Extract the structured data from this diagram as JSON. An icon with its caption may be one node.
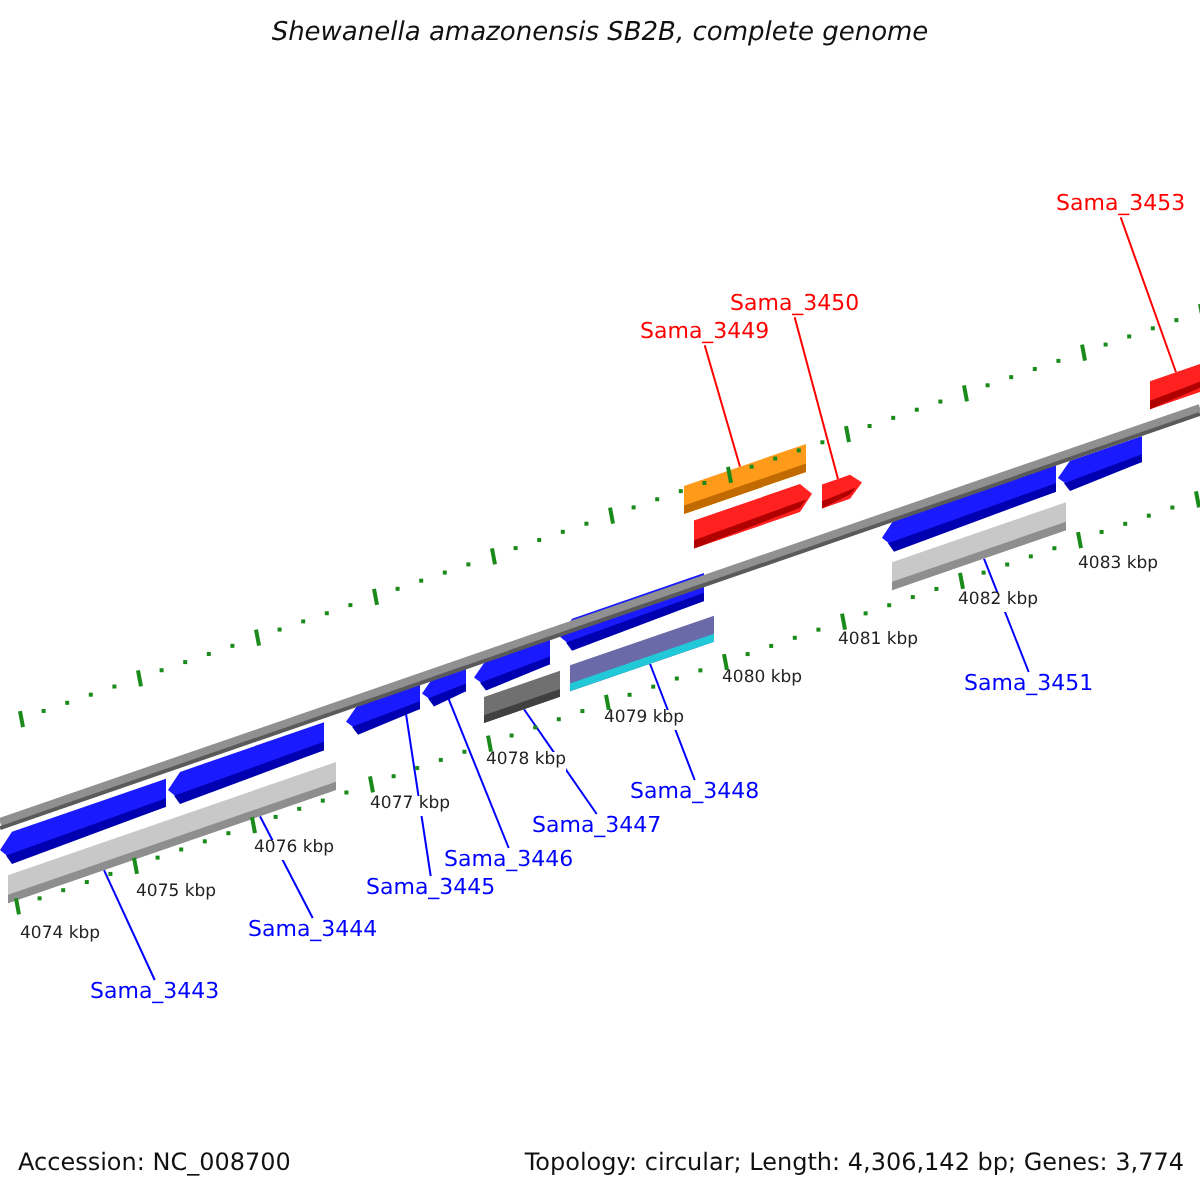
{
  "diagram": {
    "title": "Shewanella amazonensis SB2B, complete genome",
    "nodes": [
      {
        "text": [
          "Sama_3443"
        ]
      },
      {
        "text": [
          "Sama_3444"
        ]
      },
      {
        "text": [
          "Sama_3445"
        ]
      },
      {
        "text": [
          "Sama_3446"
        ]
      },
      {
        "text": [
          "Sama_3447"
        ]
      },
      {
        "text": [
          "Sama_3448"
        ]
      },
      {
        "text": [
          "Sama_3449"
        ]
      },
      {
        "text": [
          "Sama_3450"
        ]
      },
      {
        "text": [
          "Sama_3451"
        ]
      },
      {
        "text": [
          "Sama_3453"
        ]
      },
      {
        "text": [],
        "shape": "pentagon"
      },
      {
        "text": [],
        "shape": "bar"
      },
      {
        "text": [],
        "shape": "pentagon"
      },
      {
        "text": [],
        "shape": "bar"
      },
      {
        "text": [],
        "shape": "pentagon"
      },
      {
        "text": [],
        "shape": "pentagon"
      },
      {
        "text": [],
        "shape": "pentagon"
      },
      {
        "text": [],
        "shape": "bar"
      },
      {
        "text": [],
        "shape": "pentagon"
      },
      {
        "text": [],
        "shape": "bar"
      },
      {
        "text": [],
        "shape": "bar"
      },
      {
        "text": [],
        "shape": "pentagon"
      },
      {
        "text": [],
        "shape": "pentagon"
      },
      {
        "text": [],
        "shape": "pentagon"
      },
      {
        "text": [],
        "shape": "bar"
      },
      {
        "text": [],
        "shape": "pentagon"
      },
      {
        "text": [],
        "shape": "pentagon"
      }
    ],
    "edges": [
      {
        "from": 0,
        "to": 11,
        "arrow": "none"
      },
      {
        "from": 1,
        "to": 13,
        "arrow": "none"
      },
      {
        "from": 2,
        "to": 14,
        "arrow": "none"
      },
      {
        "from": 3,
        "to": 15,
        "arrow": "none"
      },
      {
        "from": 4,
        "to": 17,
        "arrow": "none"
      },
      {
        "from": 5,
        "to": 19,
        "arrow": "none"
      },
      {
        "from": 6,
        "to": 20,
        "arrow": "none",
        "color": "#ff0000"
      },
      {
        "from": 7,
        "to": 22,
        "arrow": "none",
        "color": "#ff0000"
      },
      {
        "from": 8,
        "to": 24,
        "arrow": "none"
      },
      {
        "from": 9,
        "to": 26,
        "arrow": "none",
        "color": "#ff0000"
      }
    ],
    "labels": [
      "4074 kbp",
      "4075 kbp",
      "4076 kbp",
      "4077 kbp",
      "4078 kbp",
      "4079 kbp",
      "4080 kbp",
      "4081 kbp",
      "4082 kbp",
      "4083 kbp",
      "Accession: NC_008700",
      "Topology: circular; Length: 4,306,142 bp; Genes: 3,774"
    ]
  }
}
